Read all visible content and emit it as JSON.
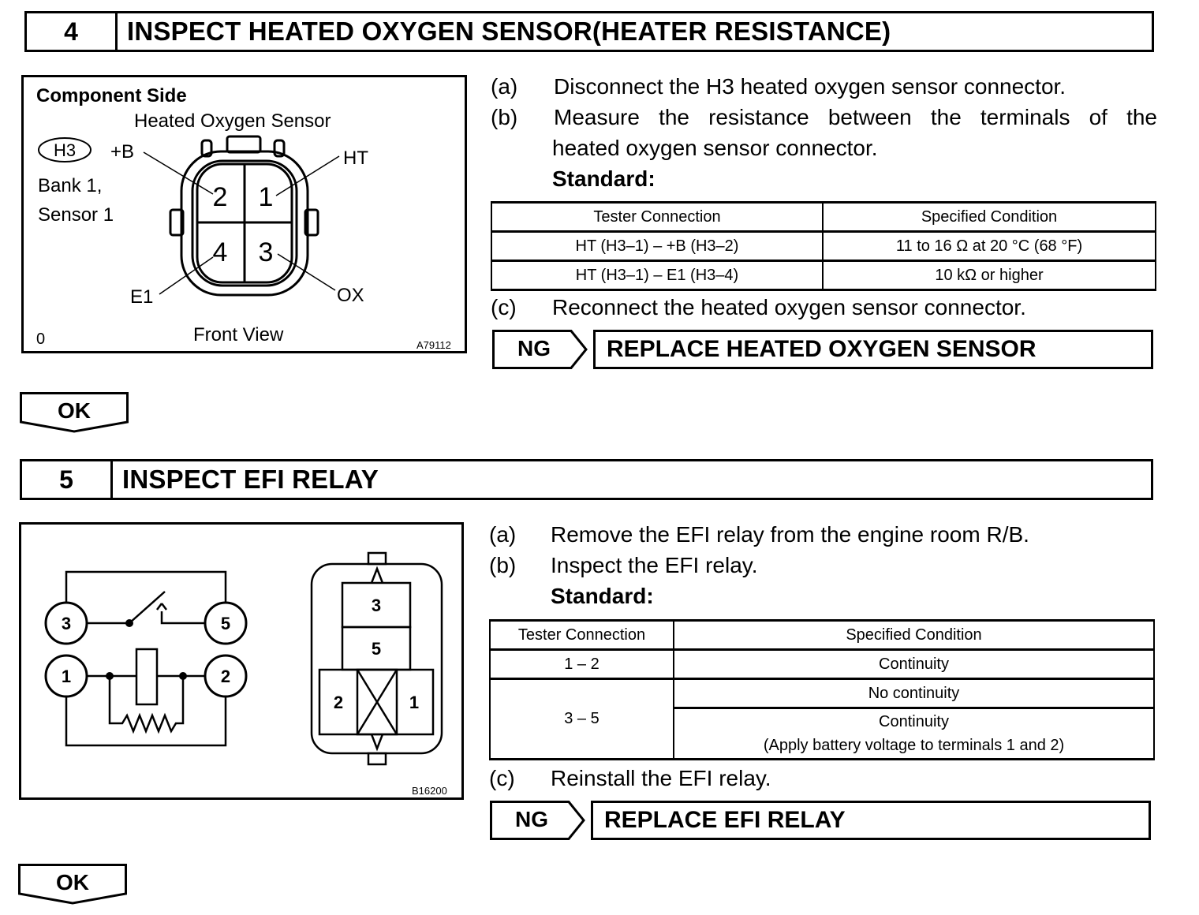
{
  "step4": {
    "number": "4",
    "title": "INSPECT HEATED OXYGEN SENSOR(HEATER RESISTANCE)",
    "figure": {
      "component_side": "Component Side",
      "sensor_title": "Heated Oxygen Sensor",
      "connector": "H3",
      "bank": "Bank 1,",
      "sensor": "Sensor 1",
      "plus_b": "+B",
      "ht": "HT",
      "e1": "E1",
      "ox": "OX",
      "terminals": [
        "2",
        "1",
        "4",
        "3"
      ],
      "front_view": "Front View",
      "corner_num": "0",
      "fig_code": "A79112"
    },
    "steps": [
      {
        "marker": "(a)",
        "text": "Disconnect the H3 heated oxygen sensor connector."
      },
      {
        "marker": "(b)",
        "text": "Measure the resistance between the terminals of the",
        "text2": "heated oxygen sensor connector."
      },
      {
        "marker": "(c)",
        "text": "Reconnect the heated oxygen sensor connector."
      }
    ],
    "standard_label": "Standard:",
    "table": {
      "headers": [
        "Tester Connection",
        "Specified Condition"
      ],
      "rows": [
        [
          "HT (H3–1) – +B (H3–2)",
          "11 to 16 Ω at 20 °C (68 °F)"
        ],
        [
          "HT (H3–1) – E1 (H3–4)",
          "10 kΩ or higher"
        ]
      ]
    },
    "ng_label": "NG",
    "ng_result": "REPLACE HEATED OXYGEN SENSOR",
    "ok_label": "OK"
  },
  "step5": {
    "number": "5",
    "title": "INSPECT EFI RELAY",
    "figure": {
      "circuit_terminals": [
        "3",
        "5",
        "1",
        "2"
      ],
      "relay_terminals": [
        "3",
        "5",
        "2",
        "1"
      ],
      "fig_code": "B16200"
    },
    "steps": [
      {
        "marker": "(a)",
        "text": "Remove the EFI relay from the engine room R/B."
      },
      {
        "marker": "(b)",
        "text": "Inspect the EFI relay."
      },
      {
        "marker": "(c)",
        "text": "Reinstall the EFI relay."
      }
    ],
    "standard_label": "Standard:",
    "table": {
      "headers": [
        "Tester Connection",
        "Specified Condition"
      ],
      "row1": [
        "1 – 2",
        "Continuity"
      ],
      "row2_conn": "3 – 5",
      "row2_cond": "No continuity",
      "row3_cond": "Continuity",
      "row3_note": "(Apply battery voltage to terminals 1 and 2)"
    },
    "ng_label": "NG",
    "ng_result": "REPLACE EFI RELAY",
    "ok_label": "OK"
  }
}
